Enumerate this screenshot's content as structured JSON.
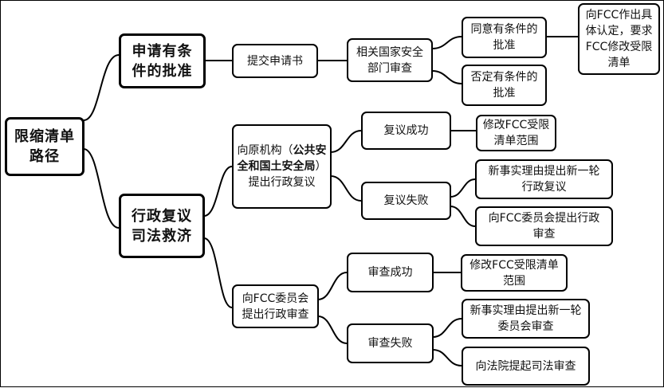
{
  "root": {
    "label": "限缩清单路径"
  },
  "branches": {
    "application": {
      "label": "申请有条件的批准",
      "submit": "提交申请书",
      "review": "相关国家安全部门审查",
      "approve": "同意有条件的批准",
      "approve_detail": "向FCC作出具体认定，要求FCC修改受限清单",
      "reject": "否定有条件的批准"
    },
    "remedy": {
      "label": "行政复议司法救济",
      "reconsider_pre": "向原机构（",
      "reconsider_bold": "公共安全和国土安全局",
      "reconsider_post": "）提出行政复议",
      "recon_success": "复议成功",
      "recon_success_result": "修改FCC受限清单范围",
      "recon_fail": "复议失败",
      "recon_fail_option1": "新事实理由提出新一轮行政复议",
      "recon_fail_option2": "向FCC委员会提出行政审查",
      "commission_review": "向FCC委员会提出行政审查",
      "review_success": "审查成功",
      "review_success_result": "修改FCC受限清单范围",
      "review_fail": "审查失败",
      "review_fail_option1": "新事实理由提出新一轮委员会审查",
      "review_fail_option2": "向法院提起司法审查"
    }
  }
}
